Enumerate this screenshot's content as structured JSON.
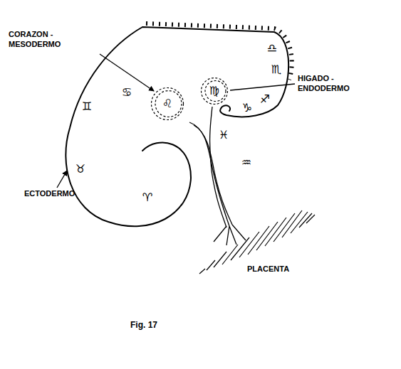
{
  "diagram": {
    "caption": "Fig. 17",
    "nodes": [
      {
        "text": [
          "♌"
        ]
      },
      {
        "text": [
          "♍"
        ]
      }
    ],
    "labels": [
      "CORAZON - MESODERMO",
      "HIGADO - ENDODERMO",
      "ECTODERMO",
      "PLACENTA",
      "♊",
      "♋",
      "♉",
      "♈",
      "♓",
      "♒",
      "♎",
      "♏",
      "♐",
      "♑"
    ]
  }
}
